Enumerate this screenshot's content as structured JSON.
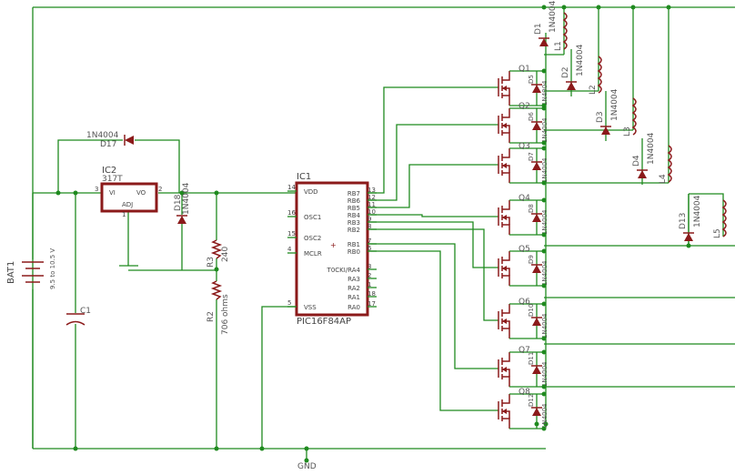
{
  "battery": {
    "ref": "BAT1",
    "value": "9.5 to 10.5 V"
  },
  "capacitor": {
    "ref": "C1"
  },
  "regulator": {
    "ref": "IC2",
    "part": "317T",
    "pin_vi": "VI",
    "pin_vo": "VO",
    "pin_adj": "ADJ",
    "n_in": "3",
    "n_out": "2",
    "n_adj": "1"
  },
  "diode_d17": {
    "ref": "D17",
    "part": "1N4004"
  },
  "diode_d18": {
    "ref": "D18",
    "part": "1N4004"
  },
  "resistor_r3": {
    "ref": "R3",
    "value": "240"
  },
  "resistor_r2": {
    "ref": "R2",
    "value": "706 ohms"
  },
  "mcu": {
    "ref": "IC1",
    "part": "PIC16F84AP",
    "left_pins": [
      {
        "num": "14",
        "name": "VDD"
      },
      {
        "num": "16",
        "name": "OSC1"
      },
      {
        "num": "15",
        "name": "OSC2"
      },
      {
        "num": "4",
        "name": "MCLR"
      },
      {
        "num": "5",
        "name": "VSS"
      }
    ],
    "right_pins": [
      {
        "num": "13",
        "name": "RB7"
      },
      {
        "num": "12",
        "name": "RB6"
      },
      {
        "num": "11",
        "name": "RB5"
      },
      {
        "num": "10",
        "name": "RB4"
      },
      {
        "num": "9",
        "name": "RB3"
      },
      {
        "num": "8",
        "name": "RB2"
      },
      {
        "num": "7",
        "name": "RB1"
      },
      {
        "num": "6",
        "name": "RB0"
      },
      {
        "num": "3",
        "name": "T0CKI/RA4"
      },
      {
        "num": "2",
        "name": "RA3"
      },
      {
        "num": "1",
        "name": "RA2"
      },
      {
        "num": "18",
        "name": "RA1"
      },
      {
        "num": "17",
        "name": "RA0"
      }
    ]
  },
  "transistors": [
    "Q1",
    "Q2",
    "Q3",
    "Q4",
    "Q5",
    "Q6",
    "Q7",
    "Q8"
  ],
  "transistor_diodes": [
    "D5",
    "D6",
    "D7",
    "D8",
    "D9",
    "D10",
    "D11",
    "D12"
  ],
  "diode_part": "1N4004",
  "coil_diodes": [
    "D1",
    "D2",
    "D3",
    "D4",
    "D13"
  ],
  "coils": [
    "L1",
    "L2",
    "L3",
    "L4",
    "L5"
  ],
  "ground": {
    "label": "GND"
  }
}
